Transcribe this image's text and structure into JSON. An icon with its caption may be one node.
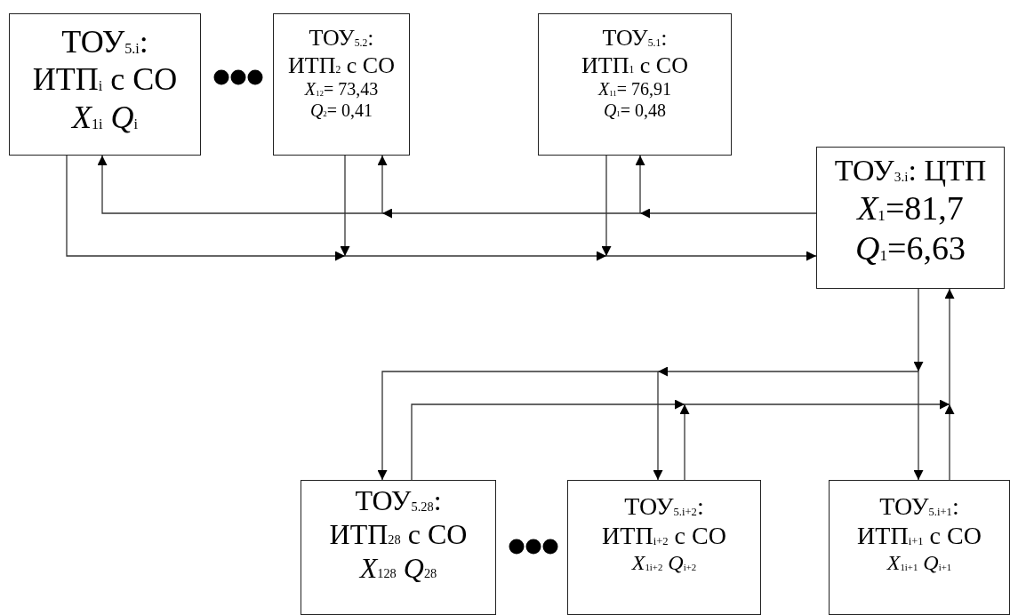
{
  "diagram": {
    "nodes": [
      {
        "text": [
          "ТОУ$_{5.i}$:",
          "ИТП$_{i}$ с СО",
          "*X*$_{1i}$ *Q*$_{i}$"
        ]
      },
      {
        "text": [
          "ТОУ$_{5.2}$:",
          "ИТП$_{2}$ с СО",
          "*X*$_{12}$= 73,43",
          "*Q*$_{2}$= 0,41"
        ]
      },
      {
        "text": [
          "ТОУ$_{5.1}$:",
          "ИТП$_{1}$ с СО",
          "*X*$_{11}$= 76,91",
          "*Q*$_{1}$= 0,48"
        ]
      },
      {
        "text": [
          "ТОУ$_{3.i}$: ЦТП",
          "*X*$_{1}$=81,7",
          "*Q*$_{1}$=6,63"
        ]
      },
      {
        "text": [
          "ТОУ$_{5.28}$:",
          "ИТП$_{28}$ с СО",
          "*X*$_{128}$ *Q*$_{28}$"
        ]
      },
      {
        "text": [
          "ТОУ$_{5.i+2}$:",
          "ИТП$_{i+2}$ с СО",
          "*X*$_{1i+2}$ *Q*$_{i+2}$"
        ]
      },
      {
        "text": [
          "ТОУ$_{5.i+1}$:",
          "ИТП$_{i+1}$ с СО",
          "*X*$_{1i+1}$ *Q*$_{i+1}$"
        ]
      }
    ],
    "edges": [
      {
        "from": 3,
        "to": 2,
        "arrow": "to"
      },
      {
        "from": 3,
        "to": 1,
        "arrow": "to"
      },
      {
        "from": 3,
        "to": 0,
        "arrow": "to"
      },
      {
        "from": 0,
        "to": 3,
        "arrow": "to"
      },
      {
        "from": 1,
        "to": 3,
        "arrow": "to"
      },
      {
        "from": 2,
        "to": 3,
        "arrow": "to"
      },
      {
        "from": 3,
        "to": 6,
        "arrow": "to"
      },
      {
        "from": 3,
        "to": 5,
        "arrow": "to"
      },
      {
        "from": 3,
        "to": 4,
        "arrow": "to"
      },
      {
        "from": 4,
        "to": 3,
        "arrow": "to"
      },
      {
        "from": 5,
        "to": 3,
        "arrow": "to"
      },
      {
        "from": 6,
        "to": 3,
        "arrow": "to"
      }
    ]
  }
}
